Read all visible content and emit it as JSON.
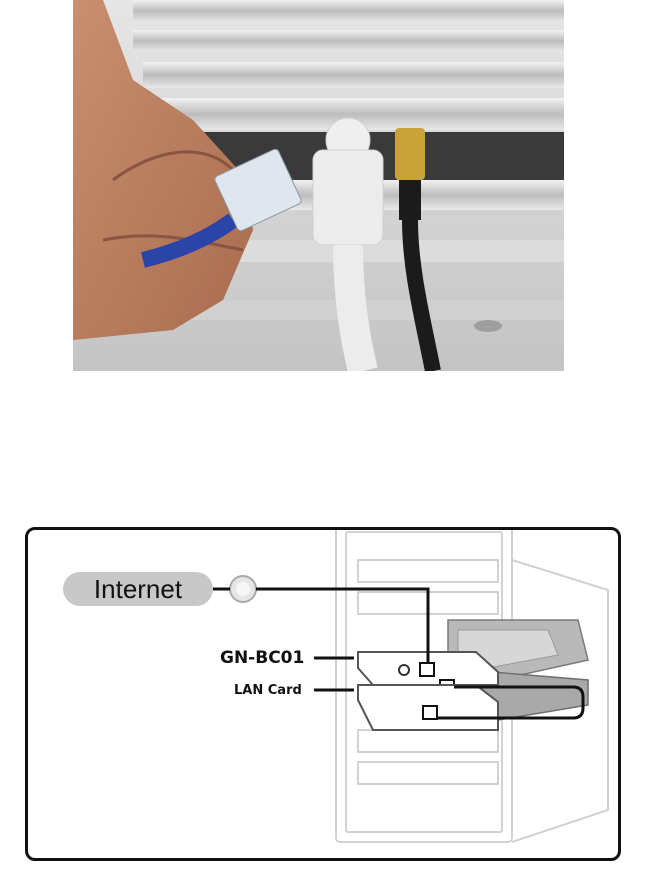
{
  "diagram": {
    "internet_label": "Internet",
    "model_label": "GN-BC01",
    "lan_label": "LAN Card"
  },
  "colors": {
    "cable_blue": "#2a44a8",
    "cable_white": "#ececec",
    "cable_black": "#1b1b1b",
    "connector_gold": "#c9a23a",
    "pill_gray": "#c8c8c8"
  }
}
